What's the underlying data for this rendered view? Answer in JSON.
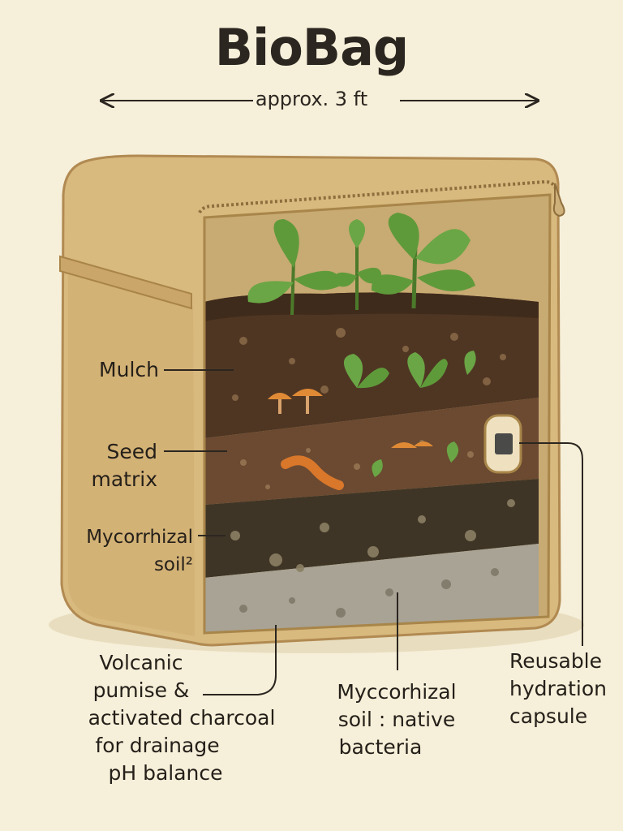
{
  "title": "BioBag",
  "dimension_label": "approx. 3 ft",
  "labels": {
    "mulch": "Mulch",
    "seed_matrix": [
      "Seed",
      "matrix"
    ],
    "mycorrhizal_soil": [
      "Mycorrhizal",
      "soil²"
    ],
    "volcanic": [
      "Volcanic",
      "pumise &",
      "activated charcoal",
      "for drainage",
      "pH balance"
    ],
    "myco_bacteria": [
      "Myccorhizal",
      "soil : native",
      "bacteria"
    ],
    "hydration": [
      "Reusable",
      "hydration",
      "capsule"
    ]
  },
  "colors": {
    "background": "#f6efd9",
    "bag": "#d8b97e",
    "mulch_layer": "#4f3623",
    "seed_layer": "#6b4a31",
    "mycorrhizal_layer": "#3f3526",
    "pumice_layer": "#a9a395",
    "leaf": "#5f9a3a",
    "line": "#2b2620"
  }
}
